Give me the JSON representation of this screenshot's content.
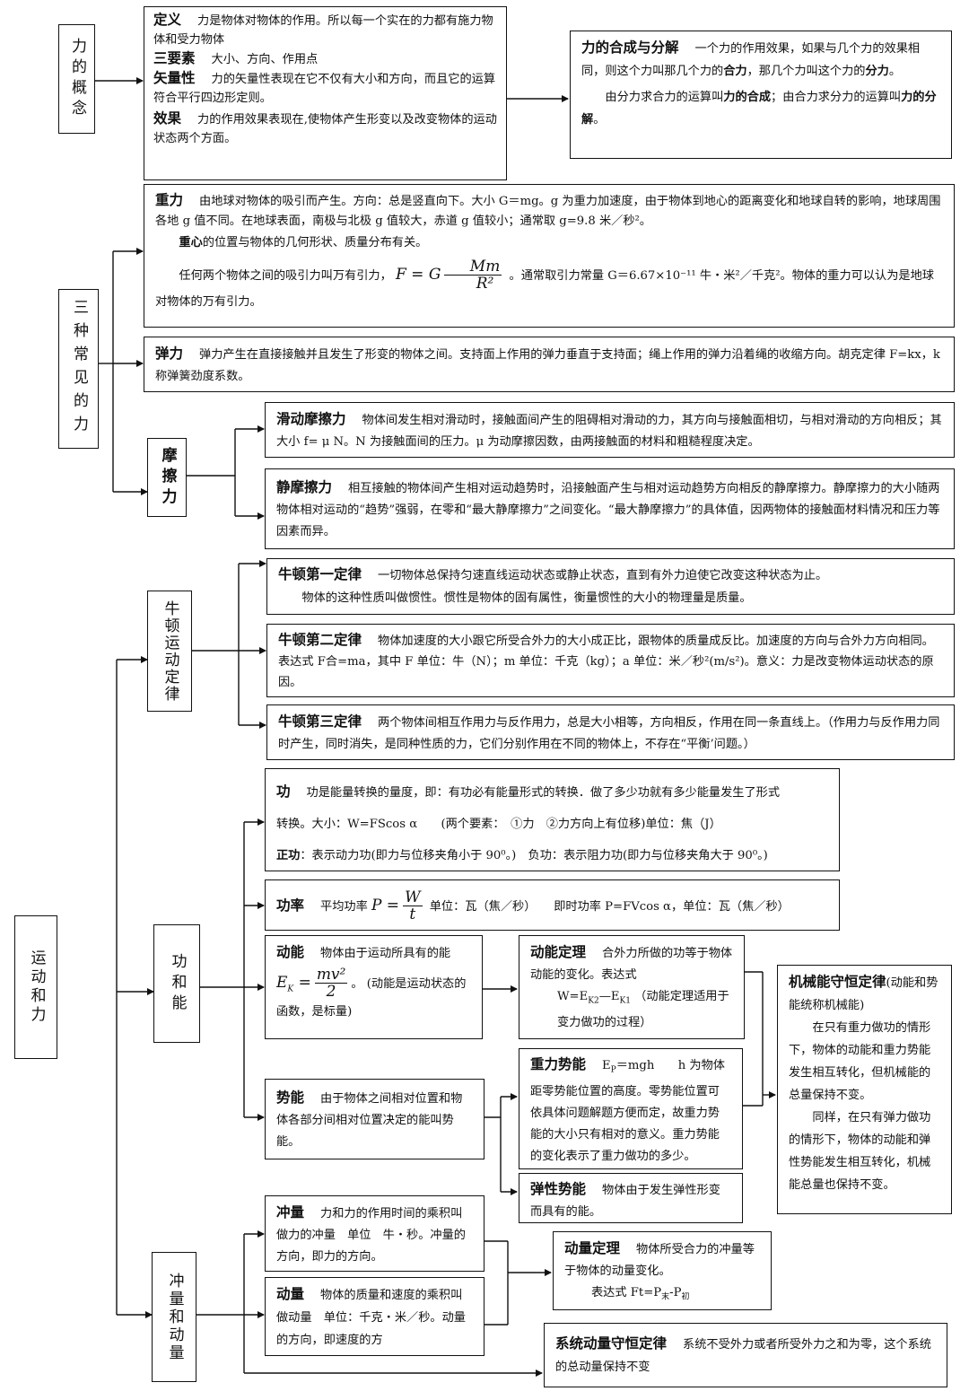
{
  "nodes": {
    "force_concept": "力的概念",
    "three_forces": "三种常见的力",
    "friction": "摩擦力",
    "newton_laws": "牛顿运动定律",
    "work_energy": "功和能",
    "impulse_momentum": "冲量和动量",
    "motion_force": "运动和力"
  },
  "concept": {
    "def_title": "定义",
    "def_text": "力是物体对物体的作用。所以每一个实在的力都有施力物体和受力物体",
    "three_title": "三要素",
    "three_text": "大小、方向、作用点",
    "vector_title": "矢量性",
    "vector_text": "力的矢量性表现在它不仅有大小和方向，而且它的运算符合平行四边形定则。",
    "effect_title": "效果",
    "effect_text": "力的作用效果表现在,使物体产生形变以及改变物体的运动状态两个方面。"
  },
  "composition": {
    "title": "力的合成与分解",
    "text1": "一个力的作用效果，如果与几个力的效果相同，则这个力叫那几个力的",
    "bold1": "合力",
    "text2": "，那几个力叫这个力的",
    "bold2": "分力",
    "text3": "。",
    "text4": "由分力求合力的运算叫",
    "bold3": "力的合成",
    "text5": "；由合力求分力的运算叫",
    "bold4": "力的分解",
    "text6": "。"
  },
  "gravity": {
    "title": "重力",
    "text": "由地球对物体的吸引而产生。方向：总是竖直向下。大小 G＝mg。g 为重力加速度，由于物体到地心的距离变化和地球自转的影响，地球周围各地 g 值不同。在地球表面，南极与北极 g 值较大，赤道 g 值较小；通常取 g=9.8 米／秒²。",
    "center_bold": "重心",
    "center_text": "的位置与物体的几何形状、质量分布有关。",
    "universal_pre": "任何两个物体之间的吸引力叫万有引力，",
    "formula_lhs": "F = G",
    "formula_num": "Mm",
    "formula_den": "R²",
    "universal_post": "。通常取引力常量 G＝6.67×10⁻¹¹ 牛・米²／千克²。物体的重力可以认为是地球对物体的万有引力。"
  },
  "elastic": {
    "title": "弹力",
    "text": "弹力产生在直接接触并且发生了形变的物体之间。支持面上作用的弹力垂直于支持面；绳上作用的弹力沿着绳的收缩方向。胡克定律 F=kx，k 称弹簧劲度系数。"
  },
  "sliding": {
    "title": "滑动摩擦力",
    "text": "物体间发生相对滑动时，接触面间产生的阻碍相对滑动的力，其方向与接触面相切，与相对滑动的方向相反；其大小 f= μ N。N 为接触面间的压力。μ 为动摩擦因数，由两接触面的材料和粗糙程度决定。"
  },
  "static_friction": {
    "title": "静摩擦力",
    "text": "相互接触的物体间产生相对运动趋势时，沿接触面产生与相对运动趋势方向相反的静摩擦力。静摩擦力的大小随两物体相对运动的“趋势”强弱，在零和“最大静摩擦力”之间变化。“最大静摩擦力”的具体值，因两物体的接触面材料情况和压力等因素而异。"
  },
  "newton1": {
    "title": "牛顿第一定律",
    "text": "一切物体总保持匀速直线运动状态或静止状态，直到有外力迫使它改变这种状态为止。",
    "text2": "物体的这种性质叫做惯性。惯性是物体的固有属性，衡量惯性的大小的物理量是质量。"
  },
  "newton2": {
    "title": "牛顿第二定律",
    "text": "物体加速度的大小跟它所受合外力的大小成正比，跟物体的质量成反比。加速度的方向与合外力方向相同。表达式 F合=ma，其中 F 单位：牛（N）；m 单位：千克（kg）；a 单位：米／秒²(m/s²)。意义：力是改变物体运动状态的原因。"
  },
  "newton3": {
    "title": "牛顿第三定律",
    "text": "两个物体间相互作用力与反作用力，总是大小相等，方向相反，作用在同一条直线上。（作用力与反作用力同时产生，同时消失，是同种性质的力，它们分别作用在不同的物体上，不存在“平衡’问题。）"
  },
  "work": {
    "title": "功",
    "text": "功是能量转换的量度，即：有功必有能量形式的转换．做了多少功就有多少能量发生了形式",
    "text2": "转换。大小：W=FScos α　　(两个要素：　①力　②力方向上有位移)单位：焦（J）",
    "pos_title": "正功",
    "pos_text": "：表示动力功(即力与位移夹角小于 90⁰。)　负功：表示阻力功(即力与位移夹角大于 90⁰。)"
  },
  "power": {
    "title": "功率",
    "pre": "平均功率",
    "formula_lhs": "P =",
    "formula_num": "W",
    "formula_den": "t",
    "post": "单位：瓦（焦／秒）　　即时功率 P=FVcos α，单位：瓦（焦／秒）"
  },
  "kinetic": {
    "title": "动能",
    "text": "物体由于运动所具有的能",
    "formula_lhs": "E",
    "formula_sub": "K",
    "formula_eq": "=",
    "formula_num": "mv²",
    "formula_den": "2",
    "after": "。 (动能是运动状态的函数，是标量)"
  },
  "theorem_ke": {
    "title": "动能定理",
    "text": "合外力所做的功等于物体动能的变化。表达式",
    "text2": "W=E",
    "k2": "K2",
    "dash": "—E",
    "k1": "K1",
    "text3": "（动能定理适用于变力做功的过程）"
  },
  "potential": {
    "title": "势能",
    "text": "由于物体之间相对位置和物体各部分间相对位置决定的能叫势能。"
  },
  "grav_pe": {
    "title": "重力势能",
    "text": "E",
    "sub": "P",
    "text2": "＝mgh　　h 为物体距零势能位置的高度。零势能位置可依具体问题解题方便而定，故重力势能的大小只有相对的意义。重力势能的变化表示了重力做功的多少。"
  },
  "elastic_pe": {
    "title": "弹性势能",
    "text": "物体由于发生弹性形变而具有的能。"
  },
  "conservation": {
    "title": "机械能守恒定律",
    "title_note": "(动能和势能统称机械能)",
    "text1": "在只有重力做功的情形下，物体的动能和重力势能发生相互转化，但机械能的总量保持不变。",
    "text2": "同样，在只有弹力做功的情形下，物体的动能和弹性势能发生相互转化，机械能总量也保持不变。"
  },
  "impulse": {
    "title": "冲量",
    "text": "力和力的作用时间的乘积叫做力的冲量　单位　牛・秒。冲量的方向，即力的方向。"
  },
  "momentum": {
    "title": "动量",
    "text": "物体的质量和速度的乘积叫做动量　单位：千克・米／秒。动量的方向，即速度的方"
  },
  "momentum_theorem": {
    "title": "动量定理",
    "text": "物体所受合力的冲量等于物体的动量变化。",
    "expr": "表达式 Ft=P",
    "sub1": "末",
    "dash": "-P",
    "sub2": "初"
  },
  "momentum_conservation": {
    "title": "系统动量守恒定律",
    "text": "系统不受外力或者所受外力之和为零，这个系统的总动量保持不变"
  }
}
